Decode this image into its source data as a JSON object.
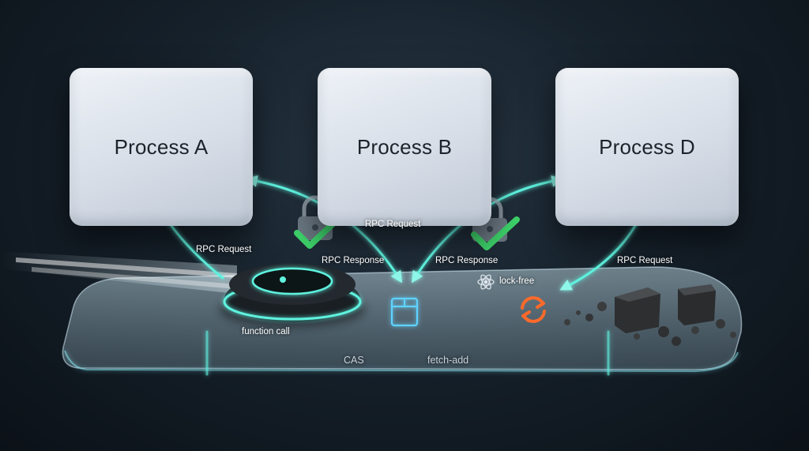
{
  "processes": [
    {
      "id": "a",
      "label": "Process A"
    },
    {
      "id": "b",
      "label": "Process B"
    },
    {
      "id": "d",
      "label": "Process D"
    }
  ],
  "edges": {
    "rpc_request_left": "RPC Request",
    "rpc_request_center": "RPC Request",
    "rpc_response_left": "RPC Response",
    "rpc_response_right": "RPC Response",
    "rpc_request_right": "RPC Request"
  },
  "labels": {
    "function_call": "function call",
    "cas": "CAS",
    "fetch_add": "fetch-add",
    "lock_free": "lock-free"
  },
  "colors": {
    "glow": "#5ff2df",
    "check": "#3ed36b",
    "sync_icon": "#ff6a2b",
    "box_icon": "#5fd3ff"
  },
  "icons": [
    "lock-icon",
    "checkmark-icon",
    "box-icon",
    "atom-icon",
    "sync-arrows-icon",
    "robot-vacuum-icon",
    "rubble-icon"
  ]
}
